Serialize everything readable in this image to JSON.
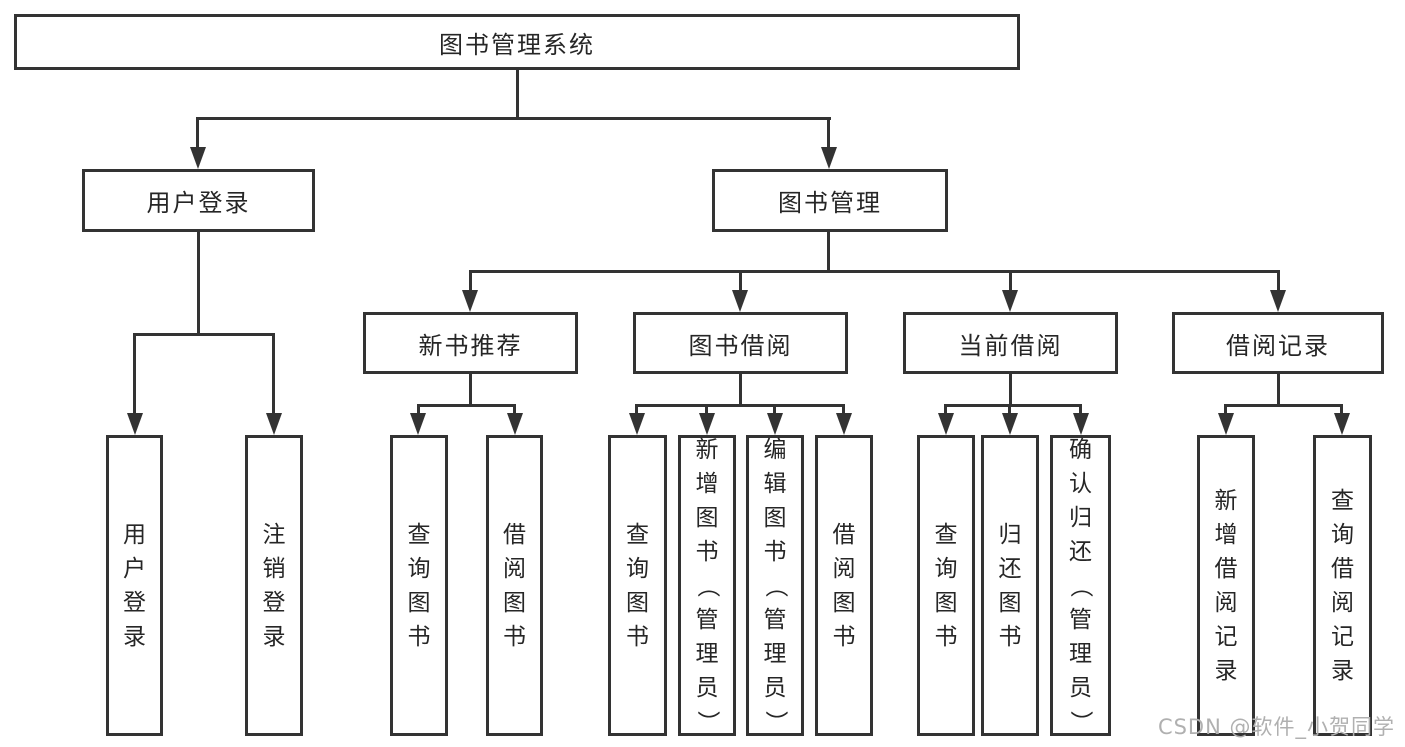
{
  "tree": {
    "root": {
      "label": "图书管理系统"
    },
    "branches": [
      {
        "label": "用户登录",
        "children": [
          "用户登录",
          "注销登录"
        ]
      },
      {
        "label": "图书管理",
        "sections": [
          {
            "label": "新书推荐",
            "children": [
              "查询图书",
              "借阅图书"
            ]
          },
          {
            "label": "图书借阅",
            "children": [
              "查询图书",
              "新增图书（管理员）",
              "编辑图书（管理员）",
              "借阅图书"
            ]
          },
          {
            "label": "当前借阅",
            "children": [
              "查询图书",
              "归还图书",
              "确认归还（管理员）"
            ]
          },
          {
            "label": "借阅记录",
            "children": [
              "新增借阅记录",
              "查询借阅记录"
            ]
          }
        ]
      }
    ]
  },
  "watermark": {
    "text": "CSDN @软件_小贺同学"
  },
  "colors": {
    "line": "#333333",
    "text": "#262626",
    "watermark": "#b0b0b0",
    "background": "#ffffff"
  }
}
